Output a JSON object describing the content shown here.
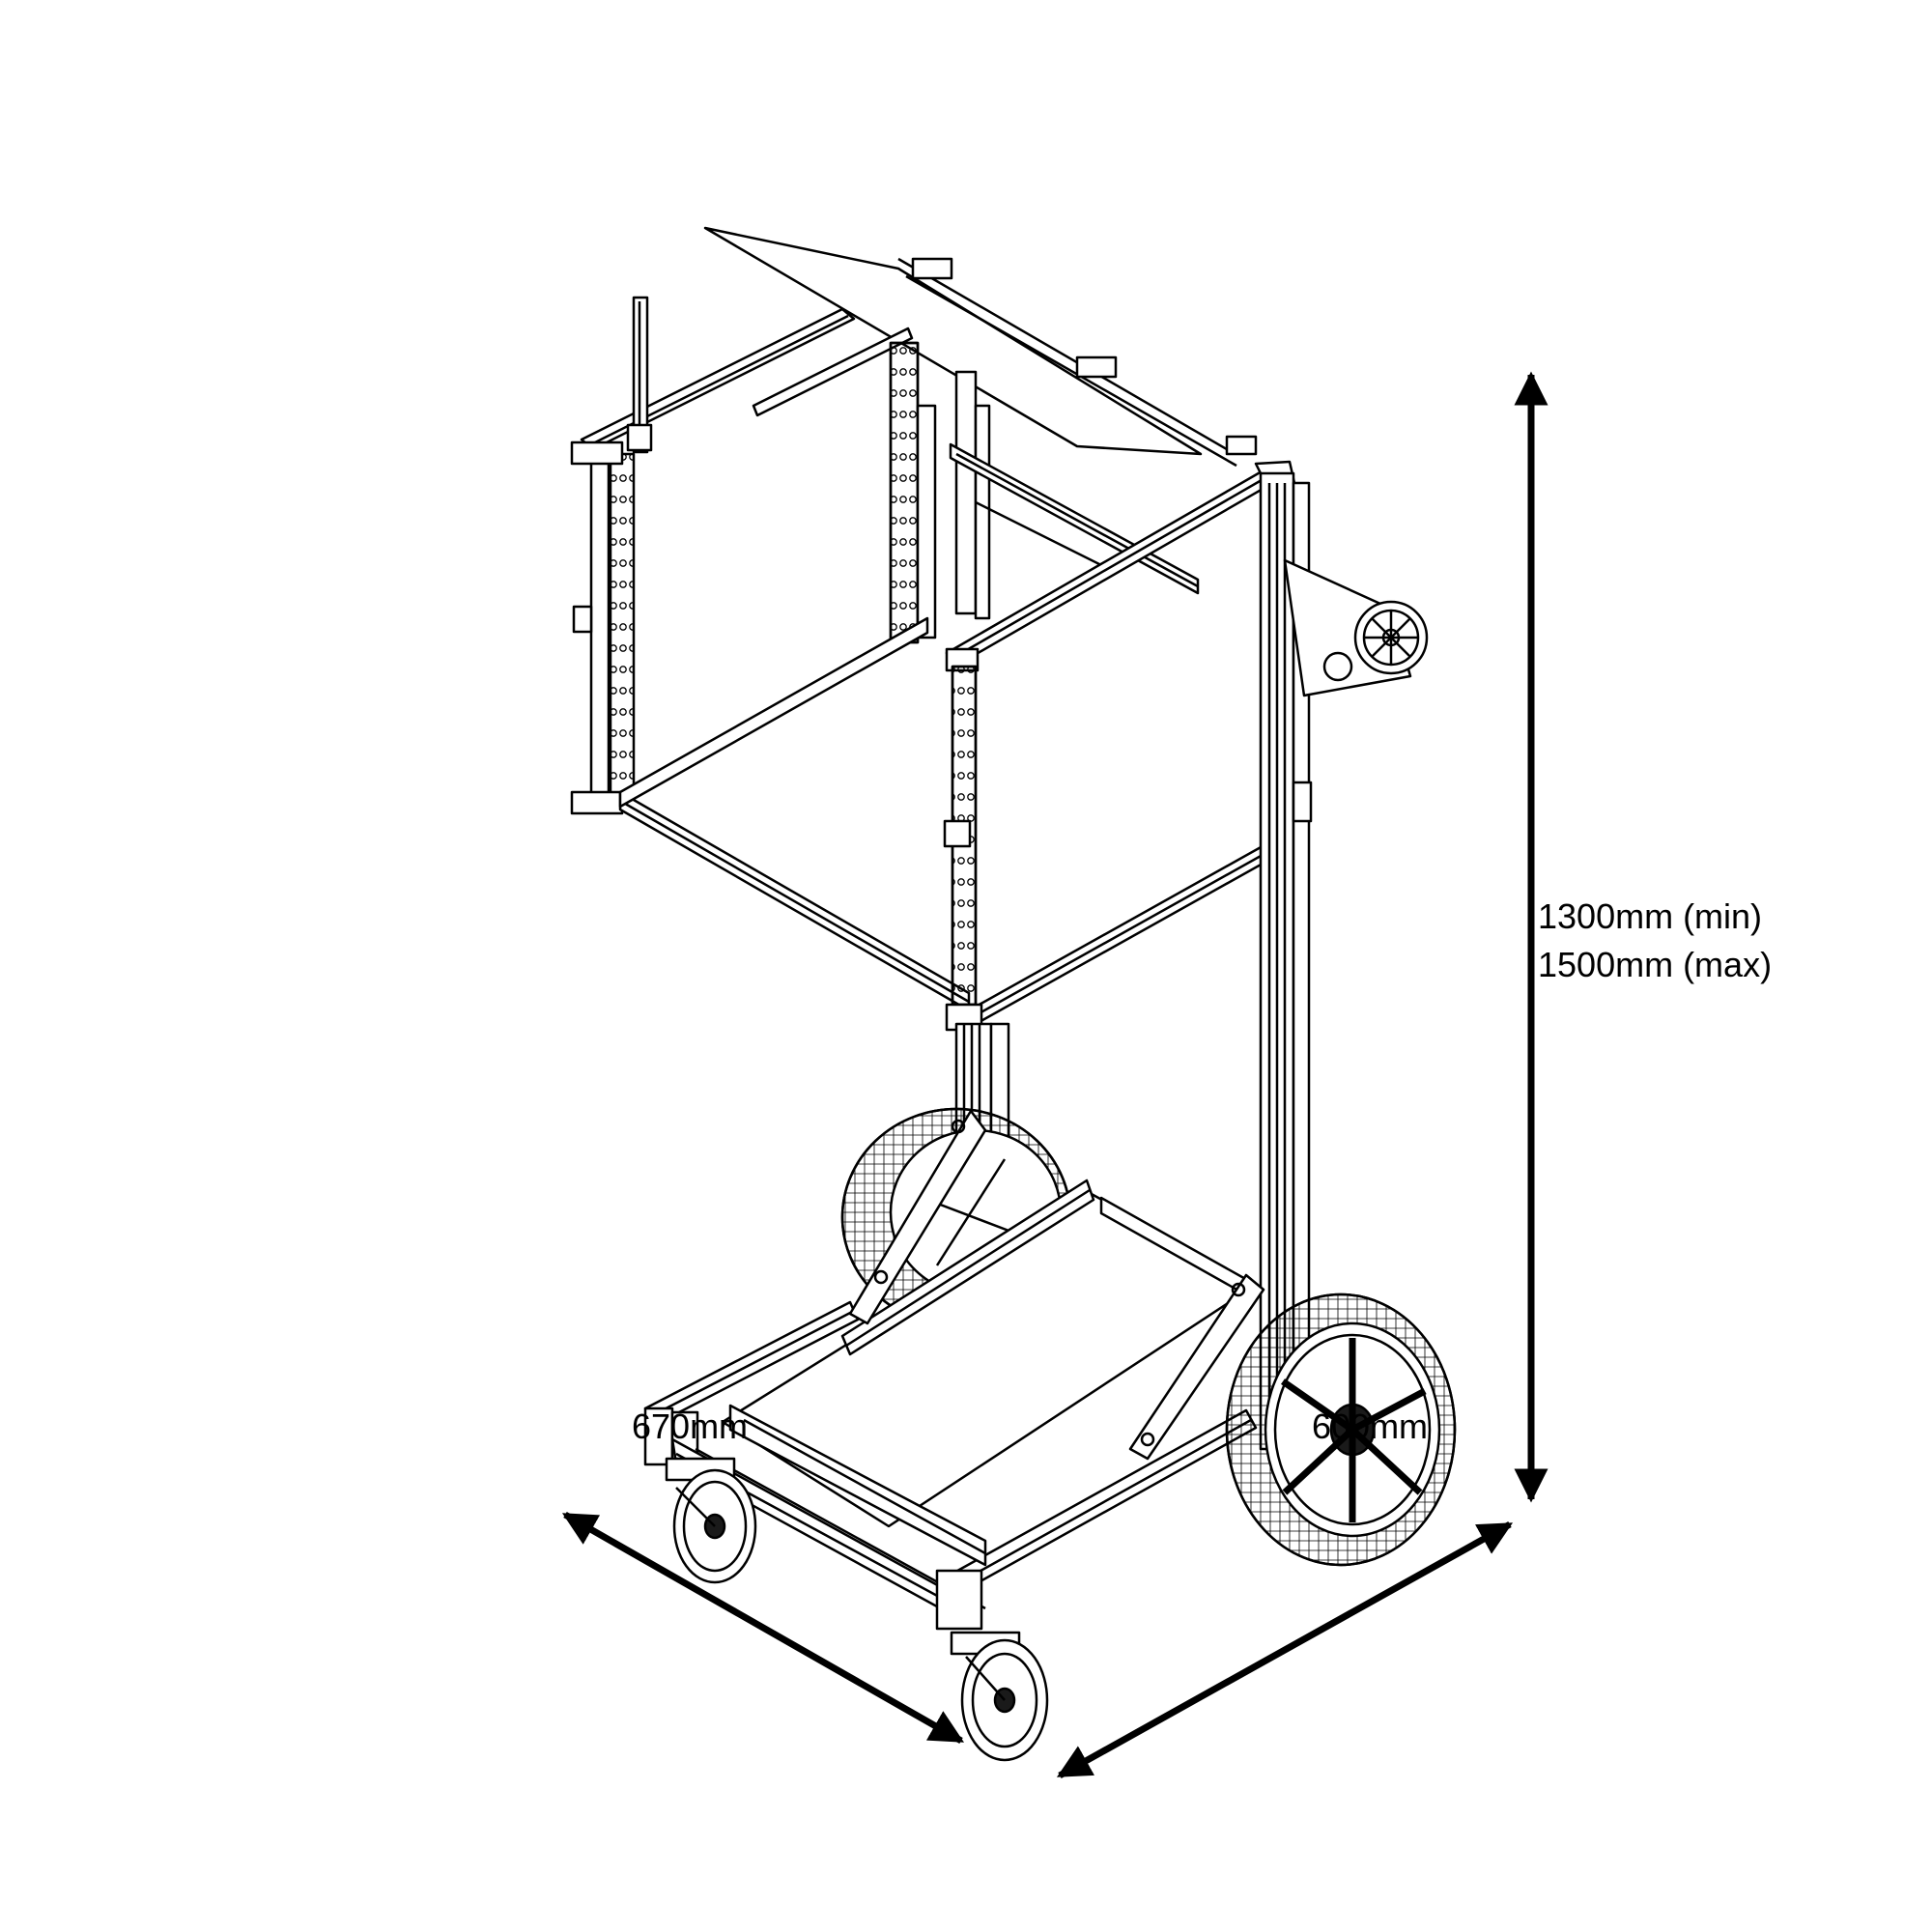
{
  "dimensions": {
    "height_min": "1300mm (min)",
    "height_max": "1500mm (max)",
    "depth": "670mm",
    "width": "600mm"
  },
  "colors": {
    "line": "#000000",
    "background": "#ffffff",
    "hub": "#1a1a1a"
  }
}
